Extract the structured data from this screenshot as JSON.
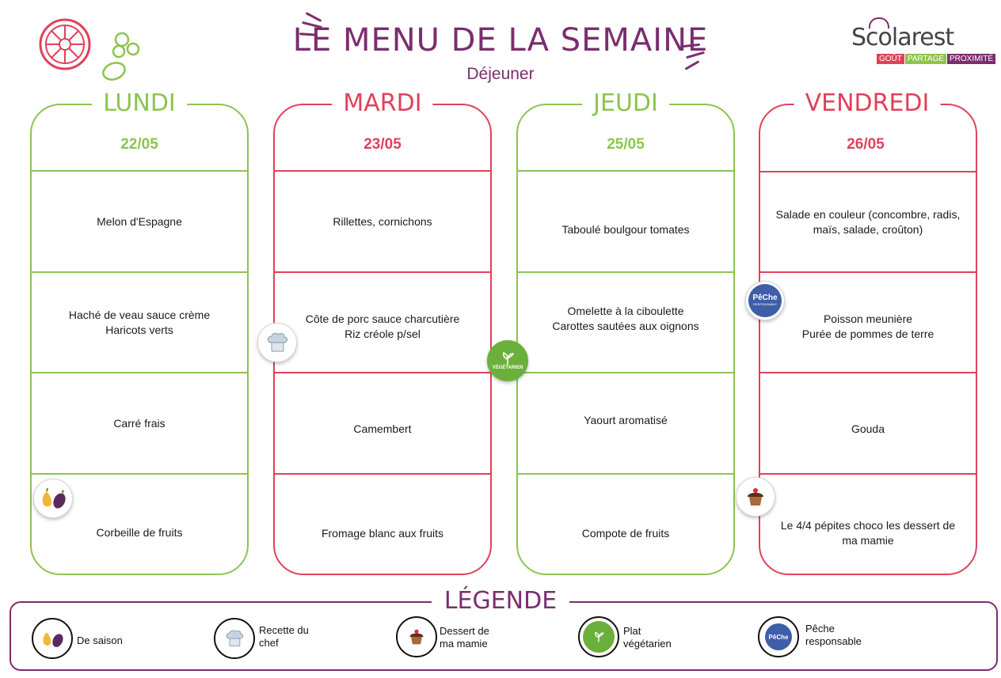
{
  "header": {
    "title": "LE MENU DE LA SEMAINE",
    "subtitle": "Déjeuner"
  },
  "brand": {
    "name": "Scolarest",
    "tagline_1": "GOÛT",
    "tagline_2": "PARTAGE",
    "tagline_3": "PROXIMITÉ"
  },
  "colors": {
    "accent_purple": "#7b2d6e",
    "green": "#8cc450",
    "red": "#e0415a"
  },
  "days": [
    {
      "name": "LUNDI",
      "date": "22/05",
      "entree": "Melon d'Espagne",
      "plat_1": "Haché de veau sauce crème",
      "plat_2": "Haricots verts",
      "fromage": "Carré frais",
      "dessert_1": "Corbeille de fruits",
      "dessert_2": ""
    },
    {
      "name": "MARDI",
      "date": "23/05",
      "entree": "Rillettes, cornichons",
      "plat_1": "Côte de porc sauce charcutière",
      "plat_2": "Riz créole p/sel",
      "fromage": "Camembert",
      "dessert_1": "Fromage blanc aux fruits",
      "dessert_2": ""
    },
    {
      "name": "JEUDI",
      "date": "25/05",
      "entree": "Taboulé boulgour tomates",
      "plat_1": "Omelette à la ciboulette",
      "plat_2": "Carottes sautées aux oignons",
      "fromage": "Yaourt aromatisé",
      "dessert_1": "Compote de fruits",
      "dessert_2": ""
    },
    {
      "name": "VENDREDI",
      "date": "26/05",
      "entree_1": "Salade en couleur (concombre, radis,",
      "entree_2": "maïs, salade, croûton)",
      "plat_1": "Poisson meunière",
      "plat_2": "Purée de pommes de terre",
      "fromage": "Gouda",
      "dessert_1": "Le 4/4 pépites choco les dessert de",
      "dessert_2": "ma mamie"
    }
  ],
  "badges": {
    "vegetarien": "VÉGÉTARIEN",
    "peche": "PêChe",
    "peche_sub": "RESPONSABLE"
  },
  "legend": {
    "title": "LÉGENDE",
    "items": [
      {
        "icon": "fruit-vegetable-icon",
        "line_1": "De saison",
        "line_2": ""
      },
      {
        "icon": "chef-hat-icon",
        "line_1": "Recette du",
        "line_2": "chef"
      },
      {
        "icon": "cupcake-icon",
        "line_1": "Dessert de",
        "line_2": "ma mamie"
      },
      {
        "icon": "vegetarian-icon",
        "line_1": "Plat",
        "line_2": "végétarien"
      },
      {
        "icon": "fish-icon",
        "line_1": "Pêche",
        "line_2": "responsable"
      }
    ]
  }
}
